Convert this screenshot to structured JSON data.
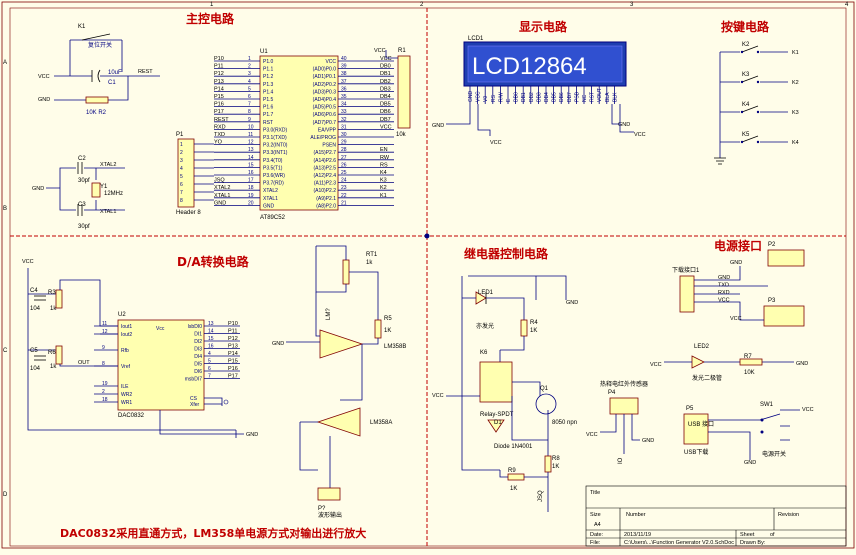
{
  "sections": {
    "main_control": "主控电路",
    "display": "显示电路",
    "keys": "按键电路",
    "da": "D/A转换电路",
    "relay": "继电器控制电路",
    "power": "电源接口"
  },
  "footnote": "DAC0832采用直通方式，LM358单电源方式对输出进行放大",
  "grid": {
    "cols": [
      "1",
      "2",
      "3",
      "4"
    ],
    "rows": [
      "A",
      "B",
      "C",
      "D"
    ]
  },
  "lcd": {
    "ref": "LCD1",
    "text": "LCD12864",
    "pins": [
      "GND",
      "VCC",
      "V0",
      "RS",
      "R/W",
      "E",
      "DB0",
      "DB1",
      "DB2",
      "DB3",
      "DB4",
      "DB5",
      "DB6",
      "DB7",
      "PSB",
      "NC",
      "RST",
      "VOUT",
      "BLA",
      "BLK"
    ]
  },
  "mcu": {
    "ref": "U1",
    "part": "AT89C52",
    "left_pins": [
      "P1.0",
      "P1.1",
      "P1.2",
      "P1.3",
      "P1.4",
      "P1.5",
      "P1.6",
      "P1.7",
      "RST",
      "P3.0(RXD)",
      "P3.1(TXD)",
      "P3.2(INT0)",
      "P3.3(INT1)",
      "P3.4(T0)",
      "P3.5(T1)",
      "P3.6(WR)",
      "P3.7(RD)",
      "XTAL2",
      "XTAL1",
      "GND"
    ],
    "left_nums": [
      "1",
      "2",
      "3",
      "4",
      "5",
      "6",
      "7",
      "8",
      "9",
      "10",
      "11",
      "12",
      "13",
      "14",
      "15",
      "16",
      "17",
      "18",
      "19",
      "20"
    ],
    "left_nets": [
      "P10",
      "P11",
      "P12",
      "P13",
      "P14",
      "P15",
      "P16",
      "P17",
      "REST",
      "RXD",
      "TXD",
      "YO",
      "",
      "",
      "",
      "",
      "JSQ",
      "XTAL2",
      "XTAL1",
      "GND"
    ],
    "right_pins": [
      "VCC",
      "(AD0)P0.0",
      "(AD1)P0.1",
      "(AD2)P0.2",
      "(AD3)P0.3",
      "(AD4)P0.4",
      "(AD5)P0.5",
      "(AD6)P0.6",
      "(AD7)P0.7",
      "EA/VPP",
      "ALE/PROG",
      "PSEN",
      "(A15)P2.7",
      "(A14)P2.6",
      "(A13)P2.5",
      "(A12)P2.4",
      "(A11)P2.3",
      "(A10)P2.2",
      "(A9)P2.1",
      "(A8)P2.0"
    ],
    "right_nums": [
      "40",
      "39",
      "38",
      "37",
      "36",
      "35",
      "34",
      "33",
      "32",
      "31",
      "30",
      "29",
      "28",
      "27",
      "26",
      "25",
      "24",
      "23",
      "22",
      "21"
    ],
    "right_nets": [
      "VCC",
      "DB0",
      "DB1",
      "DB2",
      "DB3",
      "DB4",
      "DB5",
      "DB6",
      "DB7",
      "VCC",
      "",
      "",
      "EN",
      "RW",
      "RS",
      "K4",
      "K3",
      "K2",
      "K1",
      ""
    ]
  },
  "reset": {
    "switch_ref": "K1",
    "switch_label": "复位开关",
    "cap_value": "10uF",
    "cap_ref": "C1",
    "res_label": "10K R2",
    "net": "REST",
    "vcc": "VCC",
    "gnd": "GND"
  },
  "resnet": {
    "ref": "R1",
    "value": "10k",
    "vcc": "VCC"
  },
  "header_p1": {
    "ref": "P1",
    "part": "Header 8",
    "pins": [
      "1",
      "2",
      "3",
      "4",
      "5",
      "6",
      "7",
      "8"
    ]
  },
  "crystal": {
    "c2_ref": "C2",
    "c2_val": "30pf",
    "c3_ref": "C3",
    "c3_val": "30pf",
    "y_ref": "Y1",
    "y_val": "12MHz",
    "xtal2": "XTAL2",
    "xtal1": "XTAL1",
    "gnd": "GND"
  },
  "keys": {
    "refs": [
      "K2",
      "K3",
      "K4",
      "K5"
    ],
    "nets": [
      "K1",
      "K2",
      "K3",
      "K4"
    ]
  },
  "lcd_power": {
    "gnd": "GND",
    "vcc": "VCC"
  },
  "dac": {
    "ref": "U2",
    "part": "DAC0832",
    "left_nums": [
      "11",
      "12",
      "9",
      "8",
      "19",
      "2",
      "18"
    ],
    "left_pins": [
      "Iout1",
      "Iout2",
      "Rfb",
      "Vref",
      "ILE",
      "WR2",
      "WR1"
    ],
    "right_nums": [
      "13",
      "14",
      "15",
      "16",
      "4",
      "5",
      "6",
      "7"
    ],
    "right_pins": [
      "lsbDI0",
      "DI1",
      "DI2",
      "DI3",
      "DI4",
      "DI5",
      "DI6",
      "msbDI7"
    ],
    "right_nets": [
      "P10",
      "P11",
      "P12",
      "P13",
      "P14",
      "P15",
      "P16",
      "P17"
    ],
    "top_pin": "Vcc",
    "cs": "CS",
    "xfer": "Xfer",
    "gnd_label": "GND",
    "out_net": "OUT",
    "c4": "C4",
    "c4v": "104",
    "c5": "C5",
    "c5v": "104",
    "r3": "R3",
    "r3v": "1k",
    "r6": "R6",
    "r6v": "1k",
    "vcc": "VCC"
  },
  "opamp": {
    "ref_a": "LM358B",
    "ref_b": "LM358A",
    "pot_ref": "RT1",
    "pot_val": "1k",
    "r5": "R5",
    "r5v": "1K",
    "gnd": "GND",
    "out_ref": "P?",
    "out_label": "波形输出",
    "ic_label": "LM?"
  },
  "relay": {
    "led_ref": "LED1",
    "led_label": "亦发光",
    "r4": "R4",
    "r4v": "1K",
    "k_ref": "K6",
    "relay_label": "Relay-SPDT",
    "diode_ref": "D1",
    "diode_label": "Diode 1N4001",
    "q_ref": "Q1",
    "q_label": "8050 npn",
    "r8": "R8",
    "r8v": "1K",
    "r9": "R9",
    "r9v": "1K",
    "jsq": "JSQ",
    "vcc": "VCC",
    "gnd": "GND"
  },
  "power_if": {
    "p1_label": "下载接口1",
    "p2": "P2",
    "p3": "P3",
    "nets": [
      "GND",
      "TXD",
      "RXD",
      "VCC"
    ],
    "led2": "LED2",
    "led2_label": "发光二极管",
    "r7": "R7",
    "r7v": "10K",
    "sensor_label": "热释电红外传感器",
    "p4": "P4",
    "p5": "P5",
    "usb_label": "USB\n接口",
    "usb_sub": "USB下载",
    "sw_ref": "SW1",
    "sw_label": "电源开关",
    "vcc": "VCC",
    "gnd": "GND",
    "io": "IO"
  },
  "title_block": {
    "title": "Title",
    "size": "Size",
    "size_val": "A4",
    "number": "Number",
    "revision": "Revision",
    "date": "Date:",
    "date_val": "2013/11/19",
    "sheet": "Sheet",
    "of": "of",
    "file": "File:",
    "file_val": "C:\\Users\\...\\Function Generator V2.0.SchDoc",
    "drawn": "Drawn By:"
  }
}
